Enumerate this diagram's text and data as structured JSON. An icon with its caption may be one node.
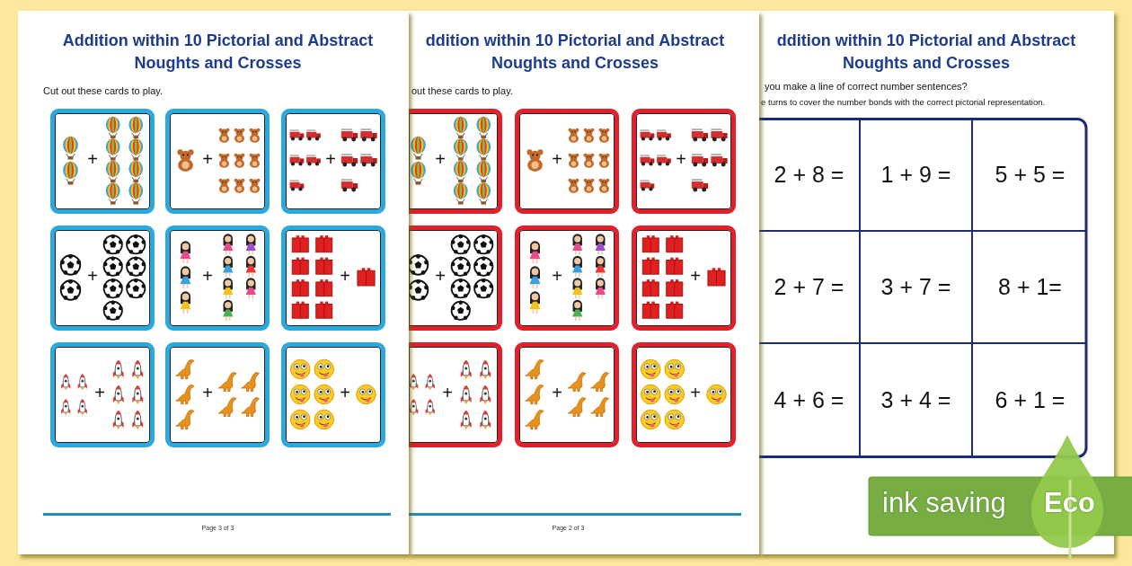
{
  "diagram": {
    "nodes": [
      {
        "text": [
          "Addition within 10 Pictorial and Abstract Noughts and Crosses",
          "Cut out these cards to play.",
          "Page 3 of 3"
        ]
      },
      {
        "text": [
          "+"
        ],
        "in": 0
      },
      {
        "text": [
          "+"
        ],
        "in": 0
      },
      {
        "text": [
          "+"
        ],
        "in": 0
      },
      {
        "text": [
          "+"
        ],
        "in": 0
      },
      {
        "text": [
          "+"
        ],
        "in": 0
      },
      {
        "text": [
          "+"
        ],
        "in": 0
      },
      {
        "text": [
          "+"
        ],
        "in": 0
      },
      {
        "text": [
          "+"
        ],
        "in": 0
      },
      {
        "text": [
          "+"
        ],
        "in": 0
      },
      {
        "text": [
          "ddition within 10 Pictorial and Abstract Noughts and Crosses",
          "out these cards to play.",
          "Page 2 of 3"
        ]
      },
      {
        "text": [
          "+"
        ],
        "in": 10
      },
      {
        "text": [
          "+"
        ],
        "in": 10
      },
      {
        "text": [
          "+"
        ],
        "in": 10
      },
      {
        "text": [
          "+"
        ],
        "in": 10
      },
      {
        "text": [
          "+"
        ],
        "in": 10
      },
      {
        "text": [
          "+"
        ],
        "in": 10
      },
      {
        "text": [
          "+"
        ],
        "in": 10
      },
      {
        "text": [
          "+"
        ],
        "in": 10
      },
      {
        "text": [
          "+"
        ],
        "in": 10
      },
      {
        "text": [
          "ddition within 10 Pictorial and Abstract Noughts and Crosses",
          "you make a line of correct number sentences?",
          "e turns to cover the number bonds with the correct pictorial representation."
        ]
      },
      {
        "text": [
          "2 + 8 ="
        ],
        "in": 20
      },
      {
        "text": [
          "1 + 9 ="
        ],
        "in": 20
      },
      {
        "text": [
          "5 + 5 ="
        ],
        "in": 20
      },
      {
        "text": [
          "2 + 7 ="
        ],
        "in": 20
      },
      {
        "text": [
          "3 + 7 ="
        ],
        "in": 20
      },
      {
        "text": [
          "8 + 1="
        ],
        "in": 20
      },
      {
        "text": [
          "4 + 6 ="
        ],
        "in": 20
      },
      {
        "text": [
          "3 + 4 ="
        ],
        "in": 20
      },
      {
        "text": [
          "6 + 1 ="
        ],
        "in": 20
      },
      {
        "text": [
          "ink saving",
          "Eco"
        ]
      }
    ]
  }
}
